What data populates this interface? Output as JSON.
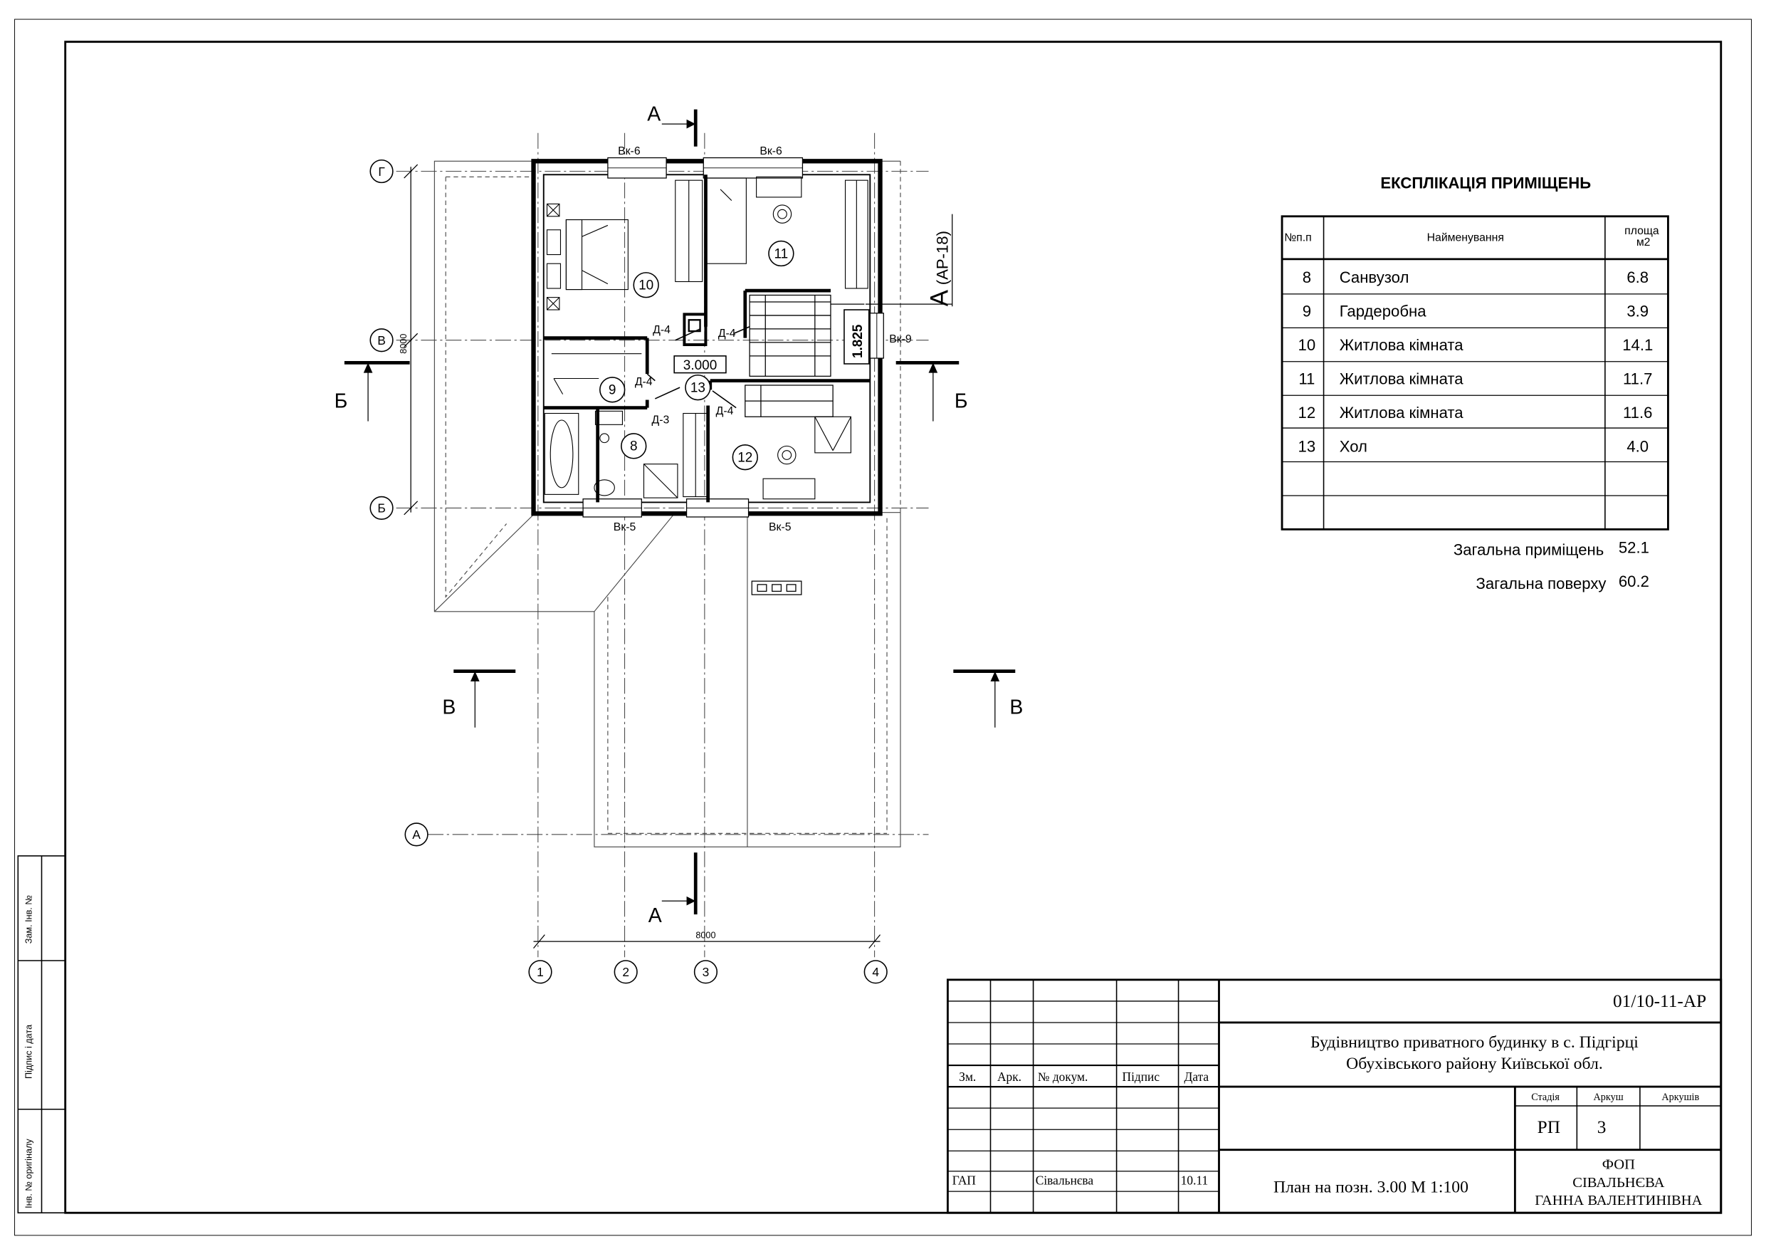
{
  "drawing": {
    "axes_letters": [
      "Г",
      "В",
      "Б",
      "А"
    ],
    "axes_numbers": [
      "1",
      "2",
      "3",
      "4"
    ],
    "dim_vertical": "8000",
    "dim_horizontal": "8000",
    "level_mark": "3.000",
    "stair_mark": "1.825",
    "section_a": "А",
    "section_a_ref": "(АР-18)",
    "section_b": "Б",
    "section_v": "В",
    "windows": {
      "vk6_left": "Вк-6",
      "vk6_right": "Вк-6",
      "vk5_left": "Вк-5",
      "vk5_right": "Вк-5",
      "vk9": "Вк-9"
    },
    "doors": {
      "d4_a": "Д-4",
      "d4_b": "Д-4",
      "d4_c": "Д-4",
      "d4_d": "Д-4",
      "d3": "Д-3"
    },
    "rooms": [
      "8",
      "9",
      "10",
      "11",
      "12",
      "13"
    ]
  },
  "explication": {
    "title": "ЕКСПЛІКАЦІЯ ПРИМІЩЕНЬ",
    "headers": {
      "no": "№п.п",
      "name": "Найменування",
      "area": "площа\nм2"
    },
    "rows": [
      {
        "no": "8",
        "name": "Санвузол",
        "area": "6.8"
      },
      {
        "no": "9",
        "name": "Гардеробна",
        "area": "3.9"
      },
      {
        "no": "10",
        "name": "Житлова кімната",
        "area": "14.1"
      },
      {
        "no": "11",
        "name": "Житлова кімната",
        "area": "11.7"
      },
      {
        "no": "12",
        "name": "Житлова кімната",
        "area": "11.6"
      },
      {
        "no": "13",
        "name": "Хол",
        "area": "4.0"
      }
    ],
    "total_rooms_label": "Загальна приміщень",
    "total_rooms_value": "52.1",
    "total_floor_label": "Загальна поверху",
    "total_floor_value": "60.2"
  },
  "side_stamp": {
    "zam_inv": "Зам. Інв. №",
    "signature_date": "Підпис і дата",
    "inv_original": "Інв. № оригіналу"
  },
  "title_block": {
    "code": "01/10-11-АР",
    "project_line1": "Будівництво приватного будинку в с. Підгірці",
    "project_line2": "Обухівського району Київської обл.",
    "col_zm": "Зм.",
    "col_ark": "Арк.",
    "col_doc": "№ докум.",
    "col_sign": "Підпис",
    "col_date": "Дата",
    "role": "ГАП",
    "person": "Сівальнєва",
    "date": "10.11",
    "sheet_title": "План на позн. 3.00  М 1:100",
    "stage_label": "Стадія",
    "sheet_label": "Аркуш",
    "sheets_label": "Аркушів",
    "stage": "РП",
    "sheet": "3",
    "sheets": "",
    "org_line1": "ФОП",
    "org_line2": "СІВАЛЬНЄВА",
    "org_line3": "ГАННА ВАЛЕНТИНІВНА"
  }
}
